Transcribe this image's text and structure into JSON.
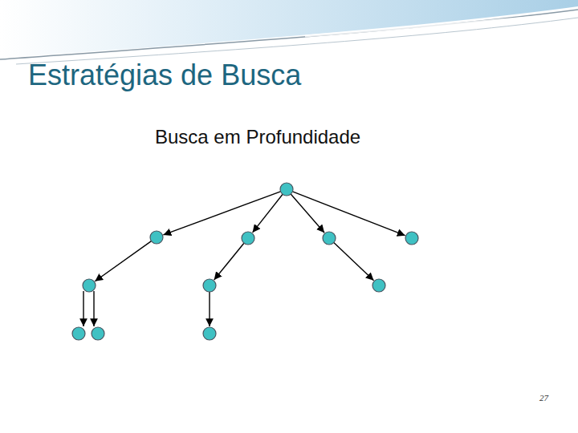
{
  "diagram": {
    "title": "Estratégias de Busca",
    "labels": [
      "Busca em Profundidade",
      "27"
    ]
  }
}
